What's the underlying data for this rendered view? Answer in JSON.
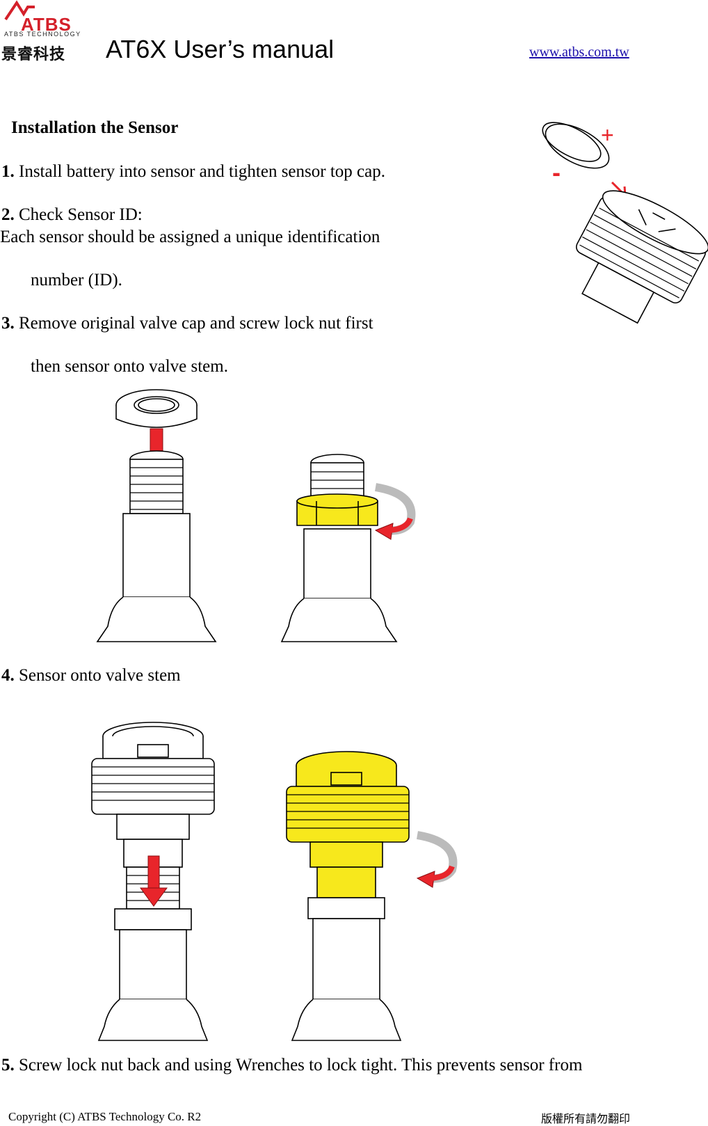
{
  "header": {
    "logo_text": "ATBS",
    "logo_subtitle": "ATBS TECHNOLOGY",
    "logo_cjk": "景睿科技",
    "title": "AT6X User’s manual",
    "website": "www.atbs.com.tw"
  },
  "section": {
    "heading": "Installation the Sensor"
  },
  "steps": [
    {
      "number": "1.",
      "text": "Install battery into sensor and tighten sensor top cap."
    },
    {
      "number": "2.",
      "text": "Check Sensor ID:",
      "line2": "Each sensor should be assigned a unique identification",
      "line3": "number (ID)."
    },
    {
      "number": "3.",
      "text": "Remove original valve cap and screw lock nut first",
      "line2": "then sensor onto valve stem."
    },
    {
      "number": "4.",
      "text": "Sensor onto valve stem"
    },
    {
      "number": "5.",
      "text": "Screw lock nut back and using Wrenches to lock tight. This prevents sensor from"
    }
  ],
  "battery_figure": {
    "plus_sign": "+",
    "minus_sign": "-"
  },
  "colors": {
    "arrow_red": "#e8252b",
    "highlight_yellow": "#f7e81c",
    "logo_red": "#d4202a",
    "link_blue": "#1a0dab"
  },
  "footer": {
    "copyright": "Copyright (C) ATBS Technology Co. R2",
    "notice": "版權所有請勿翻印"
  }
}
